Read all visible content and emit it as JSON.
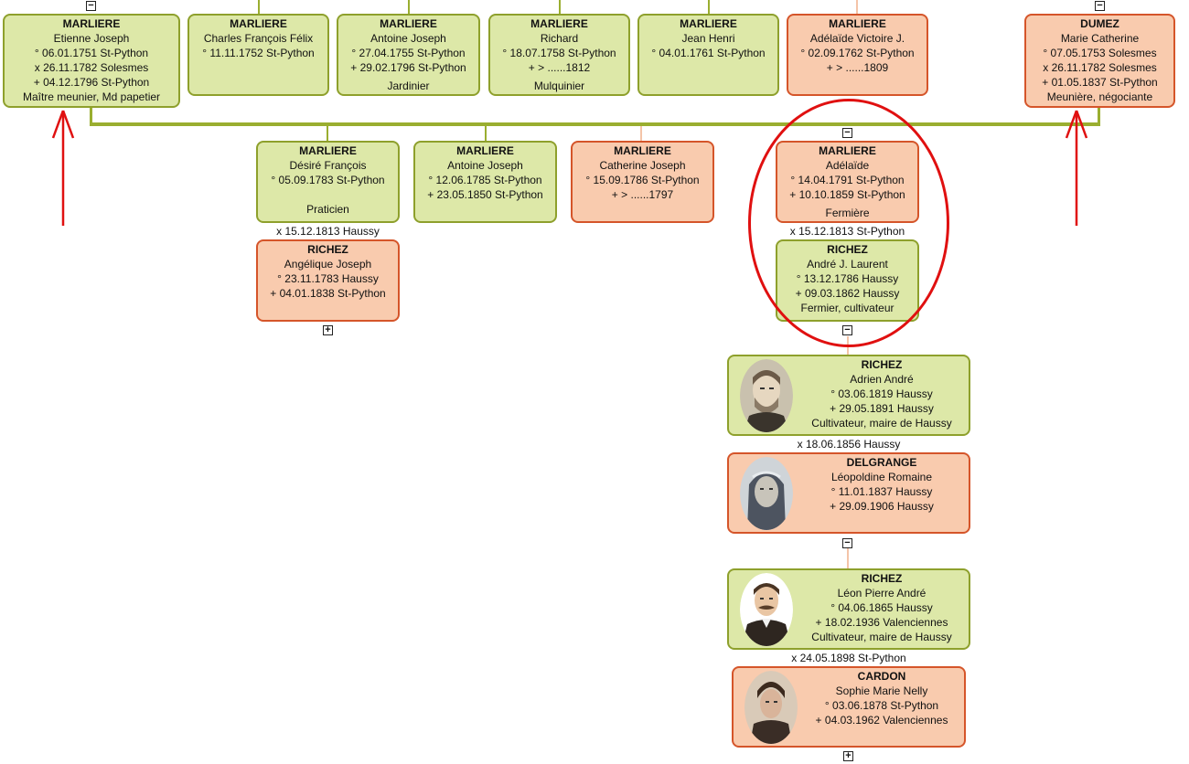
{
  "top_generation": [
    {
      "id": "etienne",
      "sex": "m",
      "surname": "MARLIERE",
      "given": "Etienne Joseph",
      "lines": [
        "° 06.01.1751 St-Python",
        "x 26.11.1782 Solesmes",
        "+ 04.12.1796 St-Python"
      ],
      "occupation": "Maître meunier, Md papetier"
    },
    {
      "id": "charles",
      "sex": "m",
      "surname": "MARLIERE",
      "given": "Charles François Félix",
      "lines": [
        "° 11.11.1752 St-Python"
      ],
      "occupation": ""
    },
    {
      "id": "antoine1",
      "sex": "m",
      "surname": "MARLIERE",
      "given": "Antoine Joseph",
      "lines": [
        "° 27.04.1755 St-Python",
        "+ 29.02.1796 St-Python"
      ],
      "occupation": "Jardinier"
    },
    {
      "id": "richard",
      "sex": "m",
      "surname": "MARLIERE",
      "given": "Richard",
      "lines": [
        "° 18.07.1758 St-Python",
        "+ > ......1812"
      ],
      "occupation": "Mulquinier"
    },
    {
      "id": "jeanhenri",
      "sex": "m",
      "surname": "MARLIERE",
      "given": "Jean Henri",
      "lines": [
        "° 04.01.1761 St-Python"
      ],
      "occupation": ""
    },
    {
      "id": "adelaidev",
      "sex": "f",
      "surname": "MARLIERE",
      "given": "Adélaïde Victoire J.",
      "lines": [
        "° 02.09.1762 St-Python",
        "+ > ......1809"
      ],
      "occupation": ""
    },
    {
      "id": "marie",
      "sex": "f",
      "surname": "DUMEZ",
      "given": "Marie Catherine",
      "lines": [
        "° 07.05.1753 Solesmes",
        "x 26.11.1782 Solesmes",
        "+ 01.05.1837 St-Python"
      ],
      "occupation": "Meunière, négociante"
    }
  ],
  "children": [
    {
      "id": "desire",
      "sex": "m",
      "surname": "MARLIERE",
      "given": "Désiré François",
      "lines": [
        "° 05.09.1783 St-Python"
      ],
      "occupation": "Praticien"
    },
    {
      "id": "antoine2",
      "sex": "m",
      "surname": "MARLIERE",
      "given": "Antoine Joseph",
      "lines": [
        "° 12.06.1785 St-Python",
        "+ 23.05.1850 St-Python"
      ],
      "occupation": ""
    },
    {
      "id": "catherine",
      "sex": "f",
      "surname": "MARLIERE",
      "given": "Catherine Joseph",
      "lines": [
        "° 15.09.1786 St-Python",
        "+ > ......1797"
      ],
      "occupation": ""
    },
    {
      "id": "adelaide",
      "sex": "f",
      "surname": "MARLIERE",
      "given": "Adélaïde",
      "lines": [
        "° 14.04.1791 St-Python",
        "+ 10.10.1859 St-Python"
      ],
      "occupation": "Fermière"
    }
  ],
  "spouses": [
    {
      "id": "angelique",
      "sex": "f",
      "surname": "RICHEZ",
      "given": "Angélique Joseph",
      "lines": [
        "° 23.11.1783 Haussy",
        "+ 04.01.1838 St-Python"
      ],
      "occupation": ""
    },
    {
      "id": "andre",
      "sex": "m",
      "surname": "RICHEZ",
      "given": "André J. Laurent",
      "lines": [
        "° 13.12.1786 Haussy",
        "+ 09.03.1862 Haussy"
      ],
      "occupation": "Fermier, cultivateur"
    }
  ],
  "descendants": [
    {
      "id": "adrien",
      "sex": "m",
      "surname": "RICHEZ",
      "given": "Adrien André",
      "lines": [
        "° 03.06.1819 Haussy",
        "+ 29.05.1891 Haussy"
      ],
      "occupation": "Cultivateur, maire de Haussy",
      "photo": "man-portrait"
    },
    {
      "id": "leopoldine",
      "sex": "f",
      "surname": "DELGRANGE",
      "given": "Léopoldine Romaine",
      "lines": [
        "° 11.01.1837 Haussy",
        "+ 29.09.1906 Haussy"
      ],
      "occupation": "",
      "photo": "woman-veiled-portrait"
    },
    {
      "id": "leon",
      "sex": "m",
      "surname": "RICHEZ",
      "given": "Léon Pierre André",
      "lines": [
        "° 04.06.1865 Haussy",
        "+ 18.02.1936 Valenciennes"
      ],
      "occupation": "Cultivateur, maire de Haussy",
      "photo": "man-moustache-portrait"
    },
    {
      "id": "sophie",
      "sex": "f",
      "surname": "CARDON",
      "given": "Sophie Marie Nelly",
      "lines": [
        "° 03.06.1878 St-Python",
        "+ 04.03.1962 Valenciennes"
      ],
      "occupation": "",
      "photo": "woman-portrait"
    }
  ],
  "marriages": {
    "desire_angelique": "x 15.12.1813 Haussy",
    "adelaide_andre": "x 15.12.1813 St-Python",
    "adrien_leopoldine": "x 18.06.1856 Haussy",
    "leon_sophie": "x 24.05.1898 St-Python"
  },
  "toggles": {
    "collapse": "−",
    "expand": "+"
  },
  "colors": {
    "male_bg": "#dde8a8",
    "male_border": "#8ea02c",
    "female_bg": "#f9cbae",
    "female_border": "#d5552a",
    "highlight": "#e01010",
    "connector": "#9aae30"
  }
}
